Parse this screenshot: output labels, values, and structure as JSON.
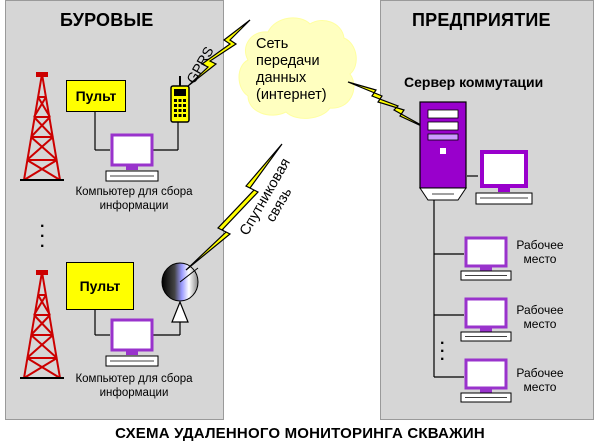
{
  "left_panel": {
    "title": "БУРОВЫЕ",
    "rig1": {
      "pult_label": "Пульт",
      "computer_label": "Компьютер для сбора информации"
    },
    "rig2": {
      "pult_label": "Пульт",
      "computer_label": "Компьютер для сбора информации"
    },
    "ellipsis": "·\n·\n·"
  },
  "right_panel": {
    "title": "ПРЕДПРИЯТИЕ",
    "server_label": "Сервер коммутации",
    "workstations": [
      {
        "label": "Рабочее место"
      },
      {
        "label": "Рабочее место"
      },
      {
        "label": "Рабочее место"
      }
    ],
    "ellipsis": "·\n·\n·"
  },
  "network": {
    "cloud_label": "Сеть передачи данных (интернет)",
    "gprs_label": "GPRS",
    "satellite_label": "Спутниковая связь"
  },
  "caption": "СХЕМА УДАЛЕННОГО МОНИТОРИНГА СКВАЖИН",
  "colors": {
    "panel_bg": "#d6d6d6",
    "pult_yellow": "#ffff00",
    "lightning": "#ffff00",
    "computer_purple": "#9933cc",
    "server_purple": "#9900cc",
    "rig_red": "#cc0000",
    "cloud": "#ffffc0"
  }
}
